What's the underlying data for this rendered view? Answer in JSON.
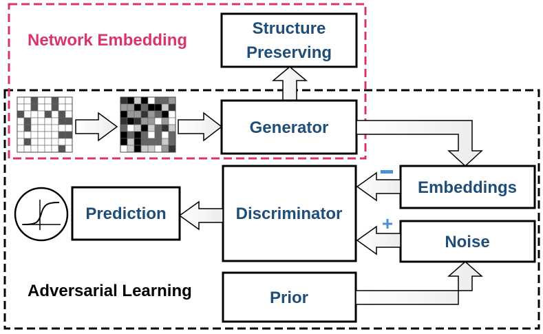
{
  "regions": {
    "network_embedding": {
      "label": "Network Embedding",
      "color": "#d9346b"
    },
    "adversarial_learning": {
      "label": "Adversarial Learning",
      "color": "#000000"
    }
  },
  "boxes": {
    "structure_preserving": {
      "line1": "Structure",
      "line2": "Preserving"
    },
    "generator": {
      "label": "Generator"
    },
    "embeddings": {
      "label": "Embeddings"
    },
    "discriminator": {
      "label": "Discriminator"
    },
    "prediction": {
      "label": "Prediction"
    },
    "noise": {
      "label": "Noise"
    },
    "prior": {
      "label": "Prior"
    }
  },
  "signs": {
    "minus": {
      "label": "-",
      "color": "#4a90d9"
    },
    "plus": {
      "label": "+",
      "color": "#4a90d9"
    }
  },
  "colors": {
    "box_text": "#1f4e79"
  },
  "icons": {
    "input_matrix": "sparse-adjacency-matrix-icon",
    "embedded_matrix": "dense-grayscale-matrix-icon",
    "sigmoid": "sigmoid-curve-icon"
  }
}
